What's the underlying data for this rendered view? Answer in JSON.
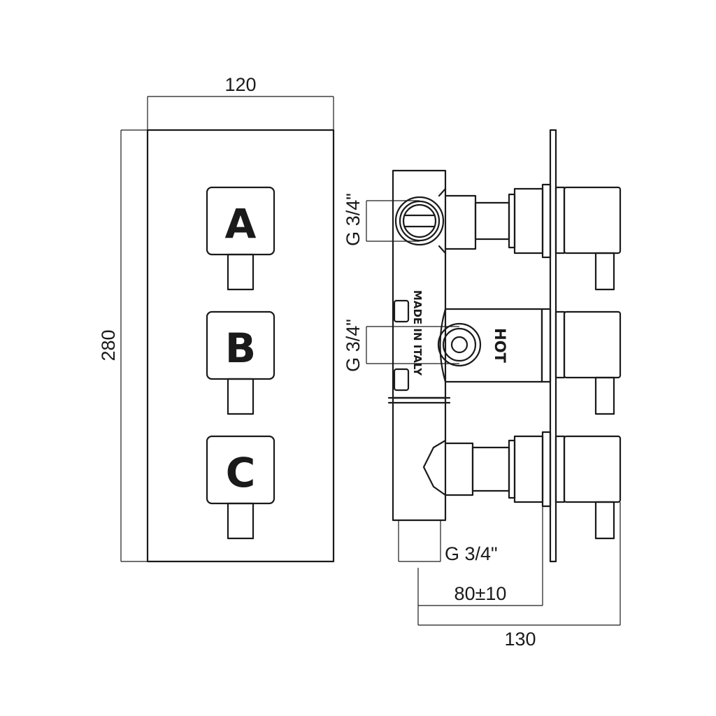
{
  "dimensions": {
    "plate_width": "120",
    "plate_height": "280",
    "thread_outlet_top": "G 3/4\"",
    "thread_inlet_middle": "G 3/4\"",
    "thread_outlet_bottom": "G 3/4\"",
    "wall_depth": "80±10",
    "total_depth": "130"
  },
  "handles": {
    "top": "A",
    "middle": "B",
    "bottom": "C"
  },
  "body_markings": {
    "origin": "MADE IN ITALY",
    "hot_label": "HOT"
  }
}
